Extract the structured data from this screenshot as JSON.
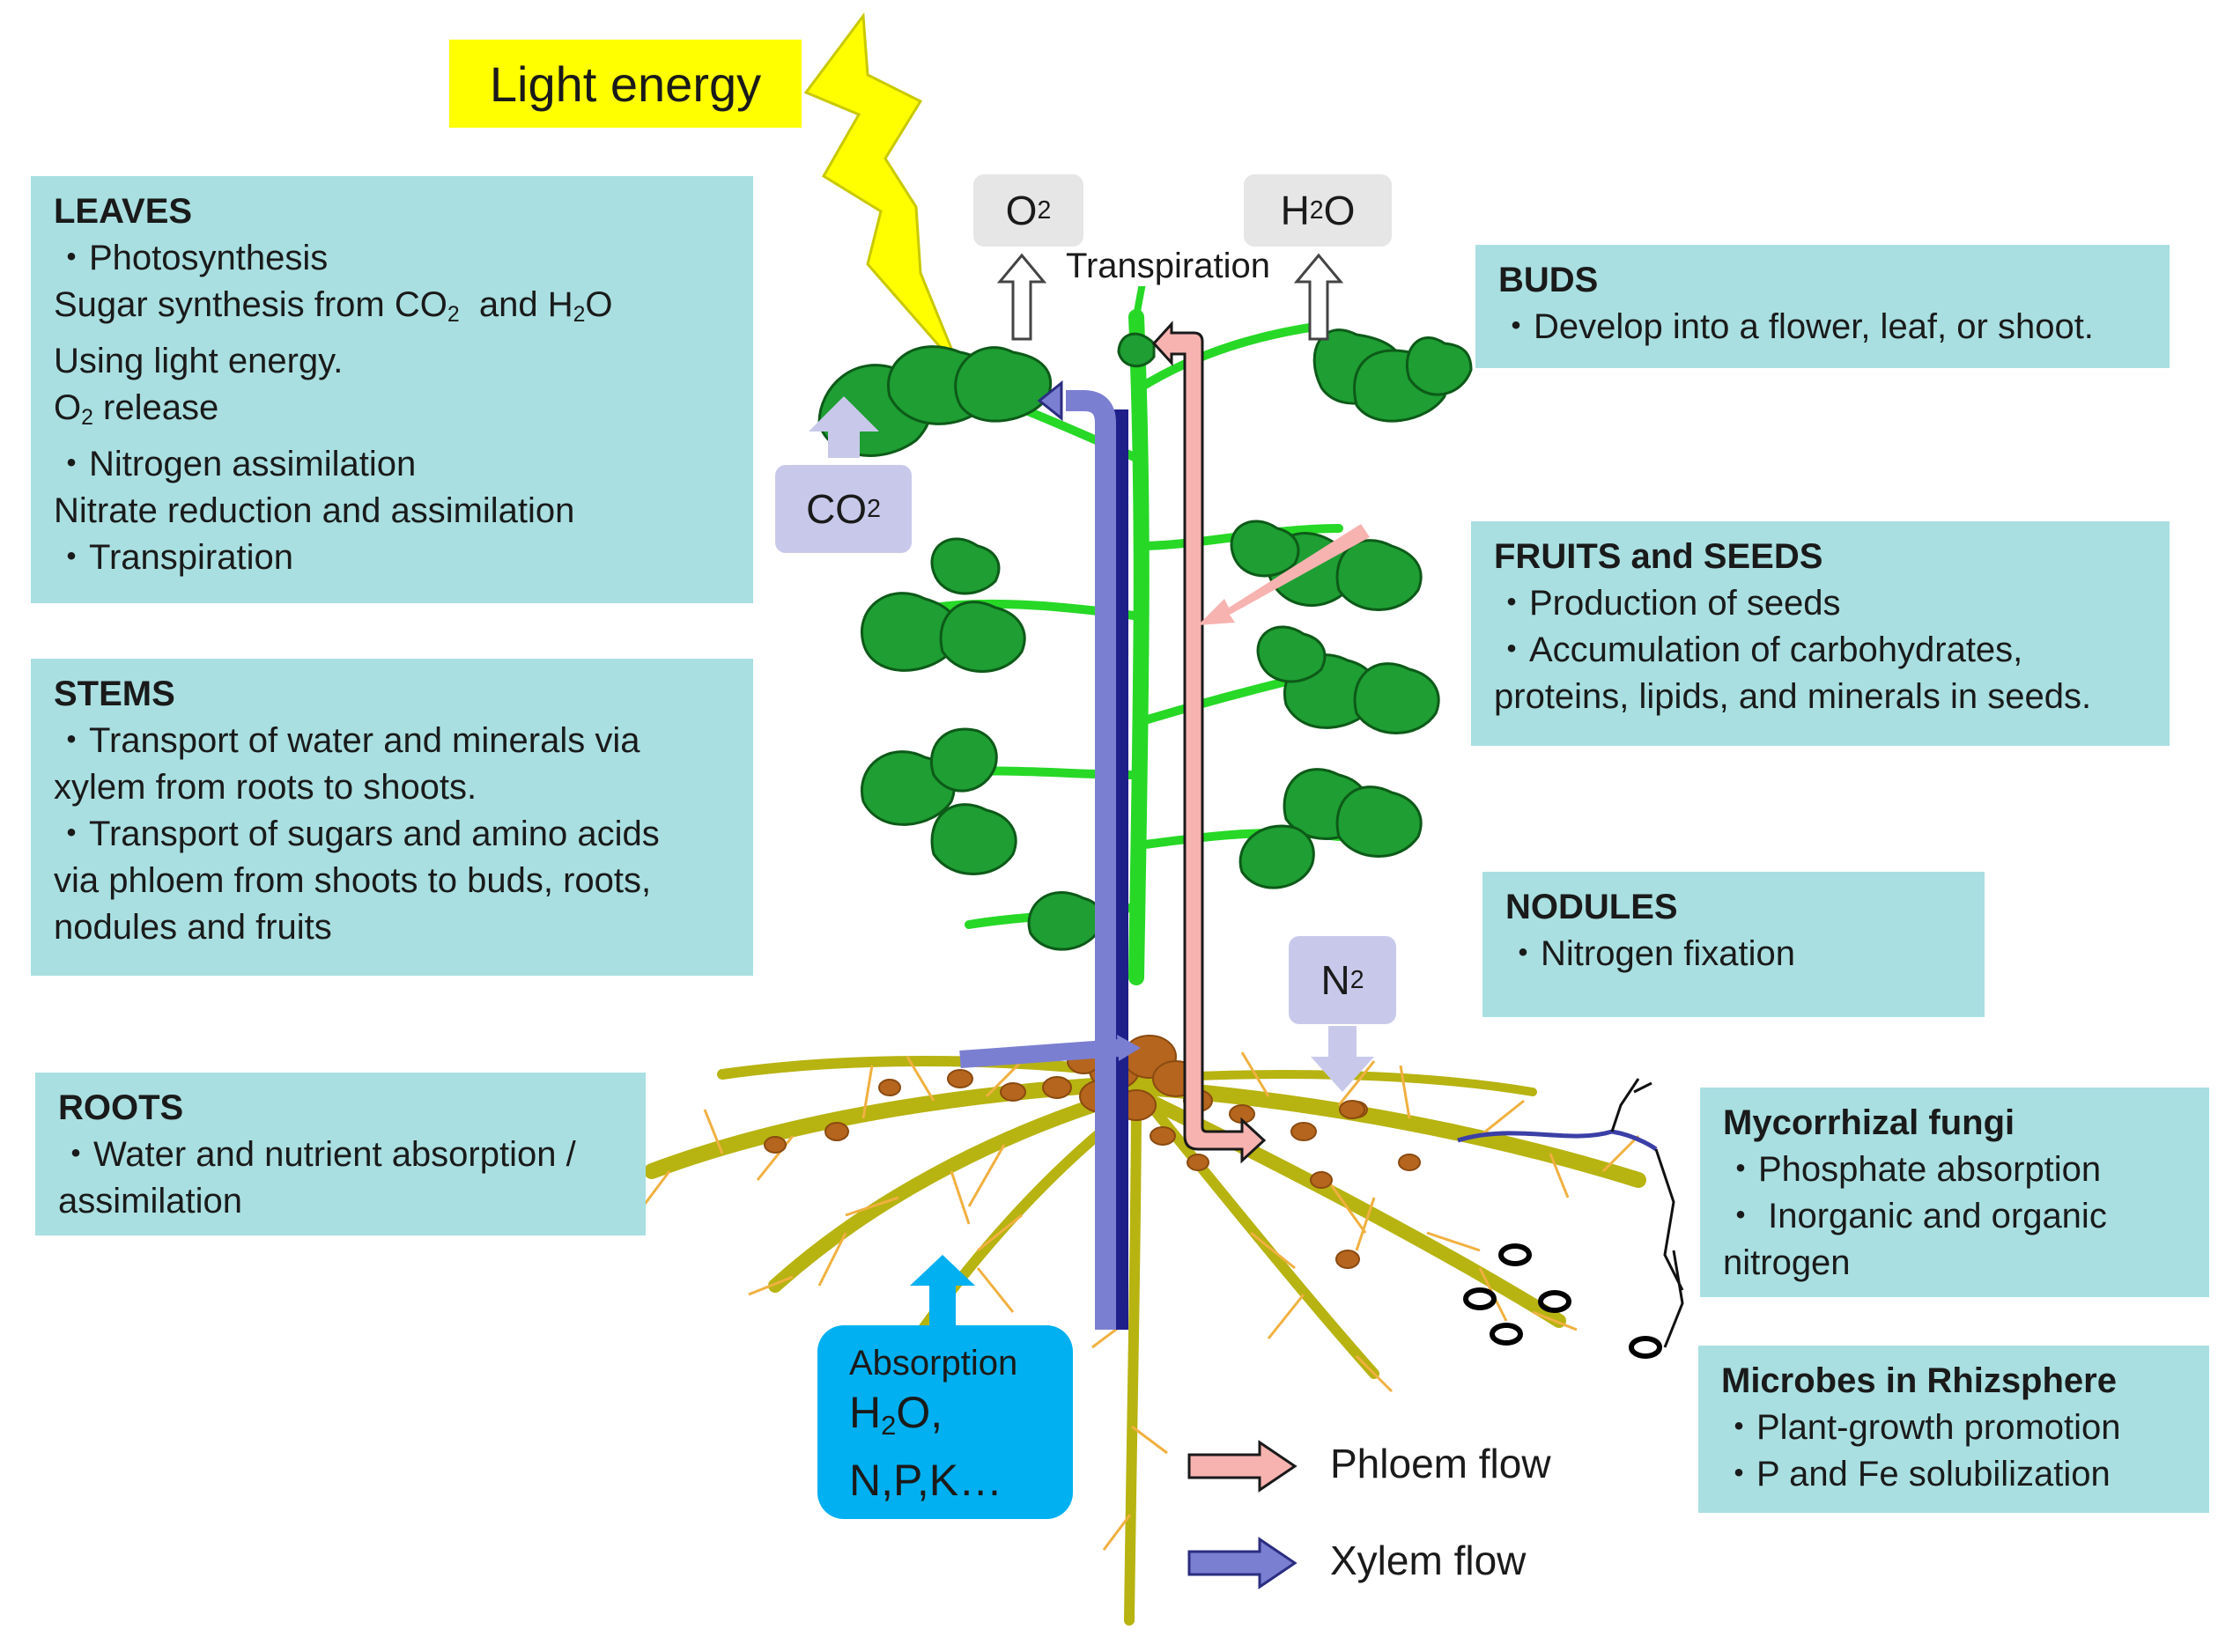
{
  "light": {
    "label": "Light energy"
  },
  "gases": {
    "o2": {
      "main": "O",
      "sub": "2"
    },
    "h2o": {
      "main": "H",
      "sub": "2",
      "tail": "O"
    },
    "co2": {
      "main": "CO",
      "sub": "2"
    },
    "n2": {
      "main": "N",
      "sub": "2"
    },
    "transpiration": "Transpiration"
  },
  "leaves": {
    "title": "LEAVES",
    "l1": "・Photosynthesis",
    "l2a": "Sugar synthesis from CO",
    "l2sub": "2",
    "l2b": "  and H",
    "l2sub2": "2",
    "l2c": "O",
    "l3": "Using light energy.",
    "l4a": "O",
    "l4sub": "2",
    "l4b": " release",
    "l5": "・Nitrogen assimilation",
    "l6": "Nitrate reduction and assimilation",
    "l7": "・Transpiration"
  },
  "stems": {
    "title": "STEMS",
    "lines": [
      "・Transport  of water and minerals via",
      "xylem from roots to shoots.",
      "・Transport of sugars and amino acids",
      "via phloem from shoots to buds, roots,",
      "nodules and fruits"
    ]
  },
  "roots": {
    "title": "ROOTS",
    "lines": [
      "・Water and nutrient absorption /",
      "assimilation"
    ]
  },
  "buds": {
    "title": "BUDS",
    "lines": [
      "・Develop into a flower, leaf, or shoot."
    ]
  },
  "fruits": {
    "title": "FRUITS and SEEDS",
    "lines": [
      "・Production of seeds",
      "・Accumulation of carbohydrates,",
      "proteins, lipids, and minerals in seeds."
    ]
  },
  "nodules": {
    "title": "NODULES",
    "lines": [
      "・Nitrogen fixation"
    ]
  },
  "mycorrhizal": {
    "title": "Mycorrhizal fungi",
    "lines": [
      "・Phosphate absorption",
      "・ Inorganic and organic",
      "nitrogen"
    ]
  },
  "microbes": {
    "title": "Microbes in Rhizsphere",
    "lines": [
      "・Plant-growth promotion",
      "・P and Fe solubilization"
    ]
  },
  "absorption": {
    "title": "Absorption",
    "h2o_main": "H",
    "h2o_sub": "2",
    "h2o_tail": "O,",
    "nutrients": "N,P,K…"
  },
  "legend": {
    "phloem": "Phloem flow",
    "xylem": "Xylem flow"
  },
  "colors": {
    "box": "#a9dfe1",
    "leaf": "#1e9e33",
    "stem": "#2ee62e",
    "phloem": "#f7b3b0",
    "xylem": "#3b3fa6",
    "root": "#c8c414",
    "nodule": "#b5651d",
    "absorption": "#00b0f0",
    "light": "#ffff00"
  }
}
